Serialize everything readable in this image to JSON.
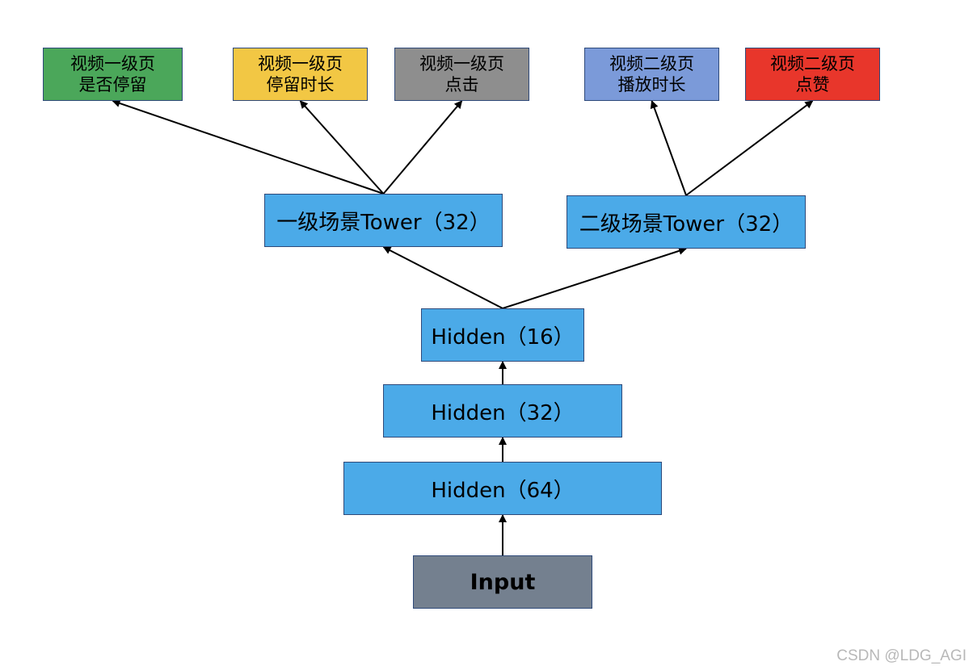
{
  "nodes": {
    "input": {
      "label": "Input",
      "color": "#74808f"
    },
    "hidden_64": {
      "label": "Hidden（64）",
      "color": "#4baae8"
    },
    "hidden_32": {
      "label": "Hidden（32）",
      "color": "#4baae8"
    },
    "hidden_16": {
      "label": "Hidden（16）",
      "color": "#4baae8"
    },
    "tower_level1": {
      "label": "一级场景Tower（32）",
      "color": "#4baae8"
    },
    "tower_level2": {
      "label": "二级场景Tower（32）",
      "color": "#4baae8"
    }
  },
  "tasks": [
    {
      "line1": "视频一级页",
      "line2": "是否停留",
      "color": "#4ba75a"
    },
    {
      "line1": "视频一级页",
      "line2": "停留时长",
      "color": "#f2c744"
    },
    {
      "line1": "视频一级页",
      "line2": "点击",
      "color": "#8e8e8e"
    },
    {
      "line1": "视频二级页",
      "line2": "播放时长",
      "color": "#7b9ad9"
    },
    {
      "line1": "视频二级页",
      "line2": "点赞",
      "color": "#e8362b"
    }
  ],
  "edges": [
    {
      "from": "input",
      "to": "hidden_64"
    },
    {
      "from": "hidden_64",
      "to": "hidden_32"
    },
    {
      "from": "hidden_32",
      "to": "hidden_16"
    },
    {
      "from": "hidden_16",
      "to": "tower_level1"
    },
    {
      "from": "hidden_16",
      "to": "tower_level2"
    },
    {
      "from": "tower_level1",
      "to": "task_0"
    },
    {
      "from": "tower_level1",
      "to": "task_1"
    },
    {
      "from": "tower_level1",
      "to": "task_2"
    },
    {
      "from": "tower_level2",
      "to": "task_3"
    },
    {
      "from": "tower_level2",
      "to": "task_4"
    }
  ],
  "watermark": "CSDN @LDG_AGI"
}
